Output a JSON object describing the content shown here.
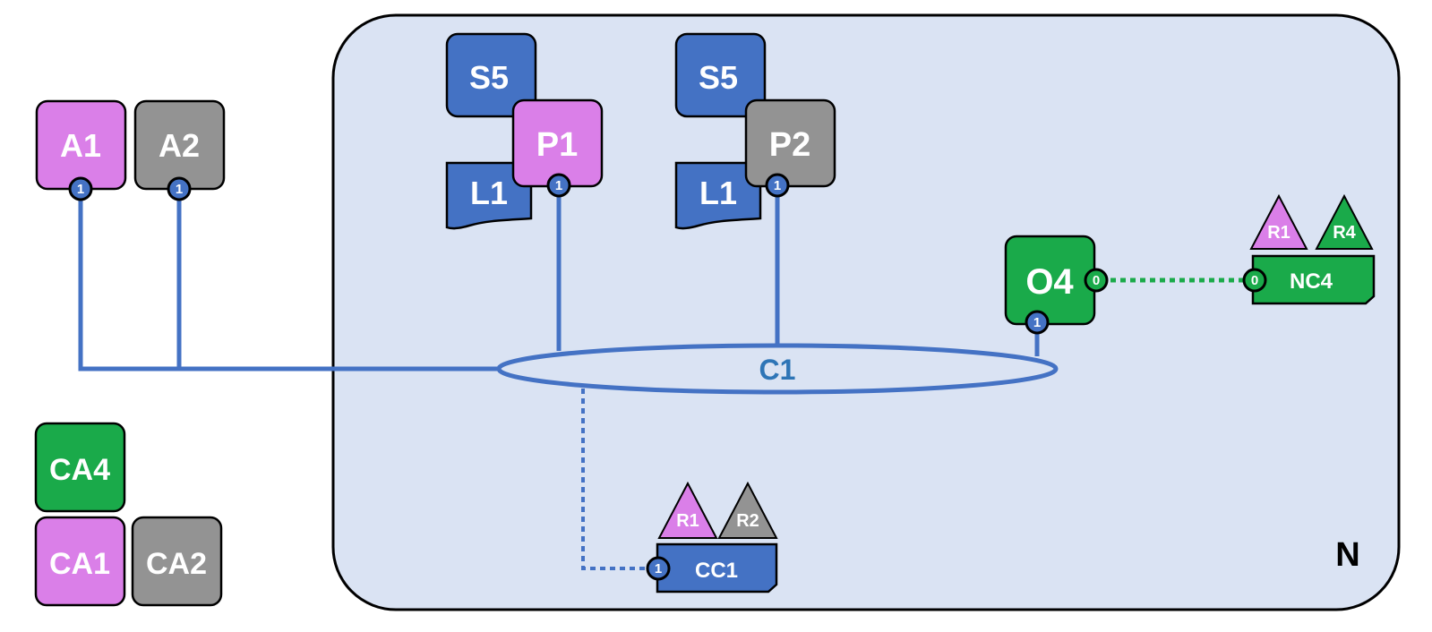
{
  "colors": {
    "region_fill": "#dae3f3",
    "outline": "#000000",
    "blue": "#4472c4",
    "link_blue": "#4472c4",
    "c1_label": "#2e75b6",
    "magenta": "#da7fe8",
    "gray": "#939393",
    "green": "#1aaa4a",
    "green_link": "#1aaa4a"
  },
  "region": {
    "label": "N"
  },
  "boxes": {
    "a1": "A1",
    "a2": "A2",
    "ca4": "CA4",
    "ca1": "CA1",
    "ca2": "CA2",
    "s5_left": "S5",
    "l1_left": "L1",
    "p1": "P1",
    "s5_right": "S5",
    "l1_right": "L1",
    "p2": "P2",
    "o4": "O4",
    "nc4": "NC4",
    "cc1": "CC1"
  },
  "triangles": {
    "nc4_r1": "R1",
    "nc4_r4": "R4",
    "cc1_r1": "R1",
    "cc1_r2": "R2"
  },
  "ports": {
    "a1": "1",
    "a2": "1",
    "p1": "1",
    "p2": "1",
    "o4_bottom": "1",
    "o4_right": "0",
    "nc4_left": "0",
    "cc1_left": "1"
  },
  "connector": {
    "label": "C1"
  }
}
